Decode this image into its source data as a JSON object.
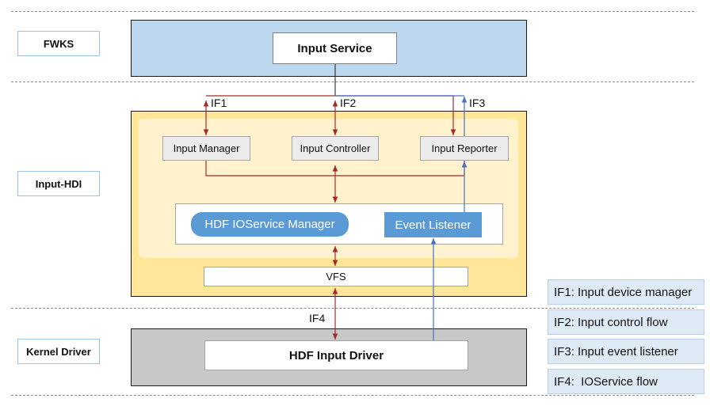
{
  "layers": {
    "fwks": "FWKS",
    "input_hdi": "Input-HDI",
    "kernel_driver": "Kernel Driver"
  },
  "components": {
    "input_service": "Input Service",
    "input_manager": "Input Manager",
    "input_controller": "Input Controller",
    "input_reporter": "Input Reporter",
    "hdf_ioservice_manager": "HDF IOService Manager",
    "event_listener": "Event Listener",
    "vfs": "VFS",
    "hdf_input_driver": "HDF Input Driver"
  },
  "interfaces": {
    "if1": "IF1",
    "if2": "IF2",
    "if3": "IF3",
    "if4": "IF4"
  },
  "legend": [
    "IF1: Input device manager",
    "IF2: Input control flow",
    "IF3: Input event listener",
    "IF4:  IOService flow"
  ],
  "colors": {
    "fwks_panel": "#bdd7ee",
    "hdi_outer": "#ffe699",
    "hdi_inner": "#fff2cc",
    "kernel_panel": "#c8c8c8",
    "control_arrow": "#a52a2a",
    "event_arrow": "#4472c4",
    "label_border": "#9dc3e6"
  }
}
